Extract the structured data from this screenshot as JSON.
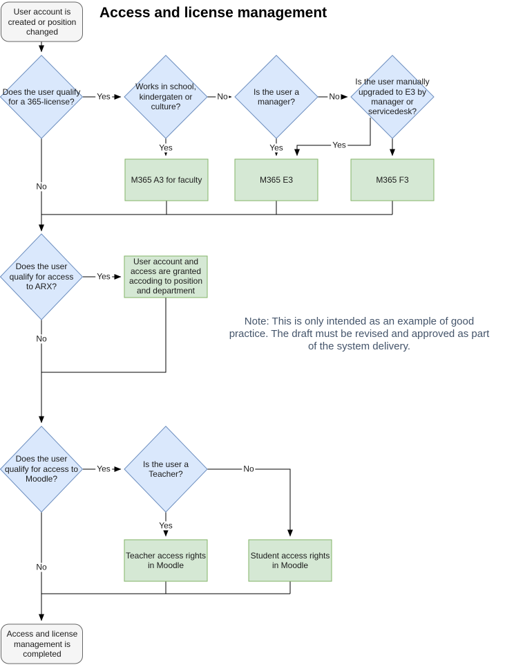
{
  "title": "Access and license management",
  "note": "Note: This is only intended as an example of good\npractice. The draft must be revised and approved as part\nof the system delivery.",
  "colors": {
    "decision_fill": "#dae8fc",
    "decision_stroke": "#6c8ebf",
    "process_fill": "#d5e8d4",
    "process_stroke": "#82b366",
    "terminal_fill": "#f5f5f5",
    "terminal_stroke": "#666666",
    "edge_line": "#000000",
    "note_text": "#44546a"
  },
  "nodes": {
    "start": "User account is\ncreated or position\nchanged",
    "q_license": "Does the user qualify\nfor a 365-license?",
    "q_school": "Works in school,\nkindergaten or\nculture?",
    "q_manager": "Is the user a\nmanager?",
    "q_upgrade": "Is the user manually\nupgraded to E3 by\nmanager or\nservicedesk?",
    "box_a3": "M365 A3 for faculty",
    "box_e3": "M365 E3",
    "box_f3": "M365 F3",
    "q_arx": "Does the user\nqualify for access\nto ARX?",
    "box_arx": "User account and\naccess are granted\naccoding to position\nand department",
    "q_moodle": "Does the user\nqualify for access to\nMoodle?",
    "q_teacher": "Is the user a\nTeacher?",
    "box_teacher": "Teacher access rights\nin Moodle",
    "box_student": "Student access rights\nin Moodle",
    "end": "Access and license\nmanagement is\ncompleted"
  },
  "edge_labels": {
    "license_yes": "Yes",
    "license_no": "No",
    "school_no": "No",
    "school_yes": "Yes",
    "manager_no": "No",
    "manager_yes": "Yes",
    "upgrade_yes": "Yes",
    "arx_yes": "Yes",
    "arx_no": "No",
    "moodle_yes": "Yes",
    "moodle_no": "No",
    "teacher_yes": "Yes",
    "teacher_no": "No"
  }
}
